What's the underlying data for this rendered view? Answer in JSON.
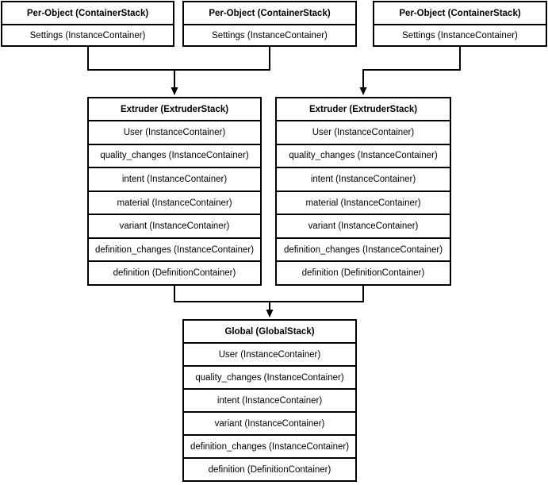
{
  "colors": {
    "line": "#000000",
    "background": "#ffffff",
    "text": "#000000"
  },
  "stacks": {
    "per_object": [
      {
        "title": "Per-Object (ContainerStack)",
        "rows": [
          "Settings (InstanceContainer)"
        ]
      },
      {
        "title": "Per-Object (ContainerStack)",
        "rows": [
          "Settings (InstanceContainer)"
        ]
      },
      {
        "title": "Per-Object (ContainerStack)",
        "rows": [
          "Settings (InstanceContainer)"
        ]
      }
    ],
    "extruder": [
      {
        "title": "Extruder (ExtruderStack)",
        "rows": [
          "User (InstanceContainer)",
          "quality_changes (InstanceContainer)",
          "intent (InstanceContainer)",
          "material (InstanceContainer)",
          "variant (InstanceContainer)",
          "definition_changes (InstanceContainer)",
          "definition (DefinitionContainer)"
        ]
      },
      {
        "title": "Extruder (ExtruderStack)",
        "rows": [
          "User (InstanceContainer)",
          "quality_changes (InstanceContainer)",
          "intent (InstanceContainer)",
          "material (InstanceContainer)",
          "variant (InstanceContainer)",
          "definition_changes (InstanceContainer)",
          "definition (DefinitionContainer)"
        ]
      }
    ],
    "global": {
      "title": "Global (GlobalStack)",
      "rows": [
        "User (InstanceContainer)",
        "quality_changes (InstanceContainer)",
        "intent (InstanceContainer)",
        "variant (InstanceContainer)",
        "definition_changes (InstanceContainer)",
        "definition (DefinitionContainer)"
      ]
    }
  }
}
